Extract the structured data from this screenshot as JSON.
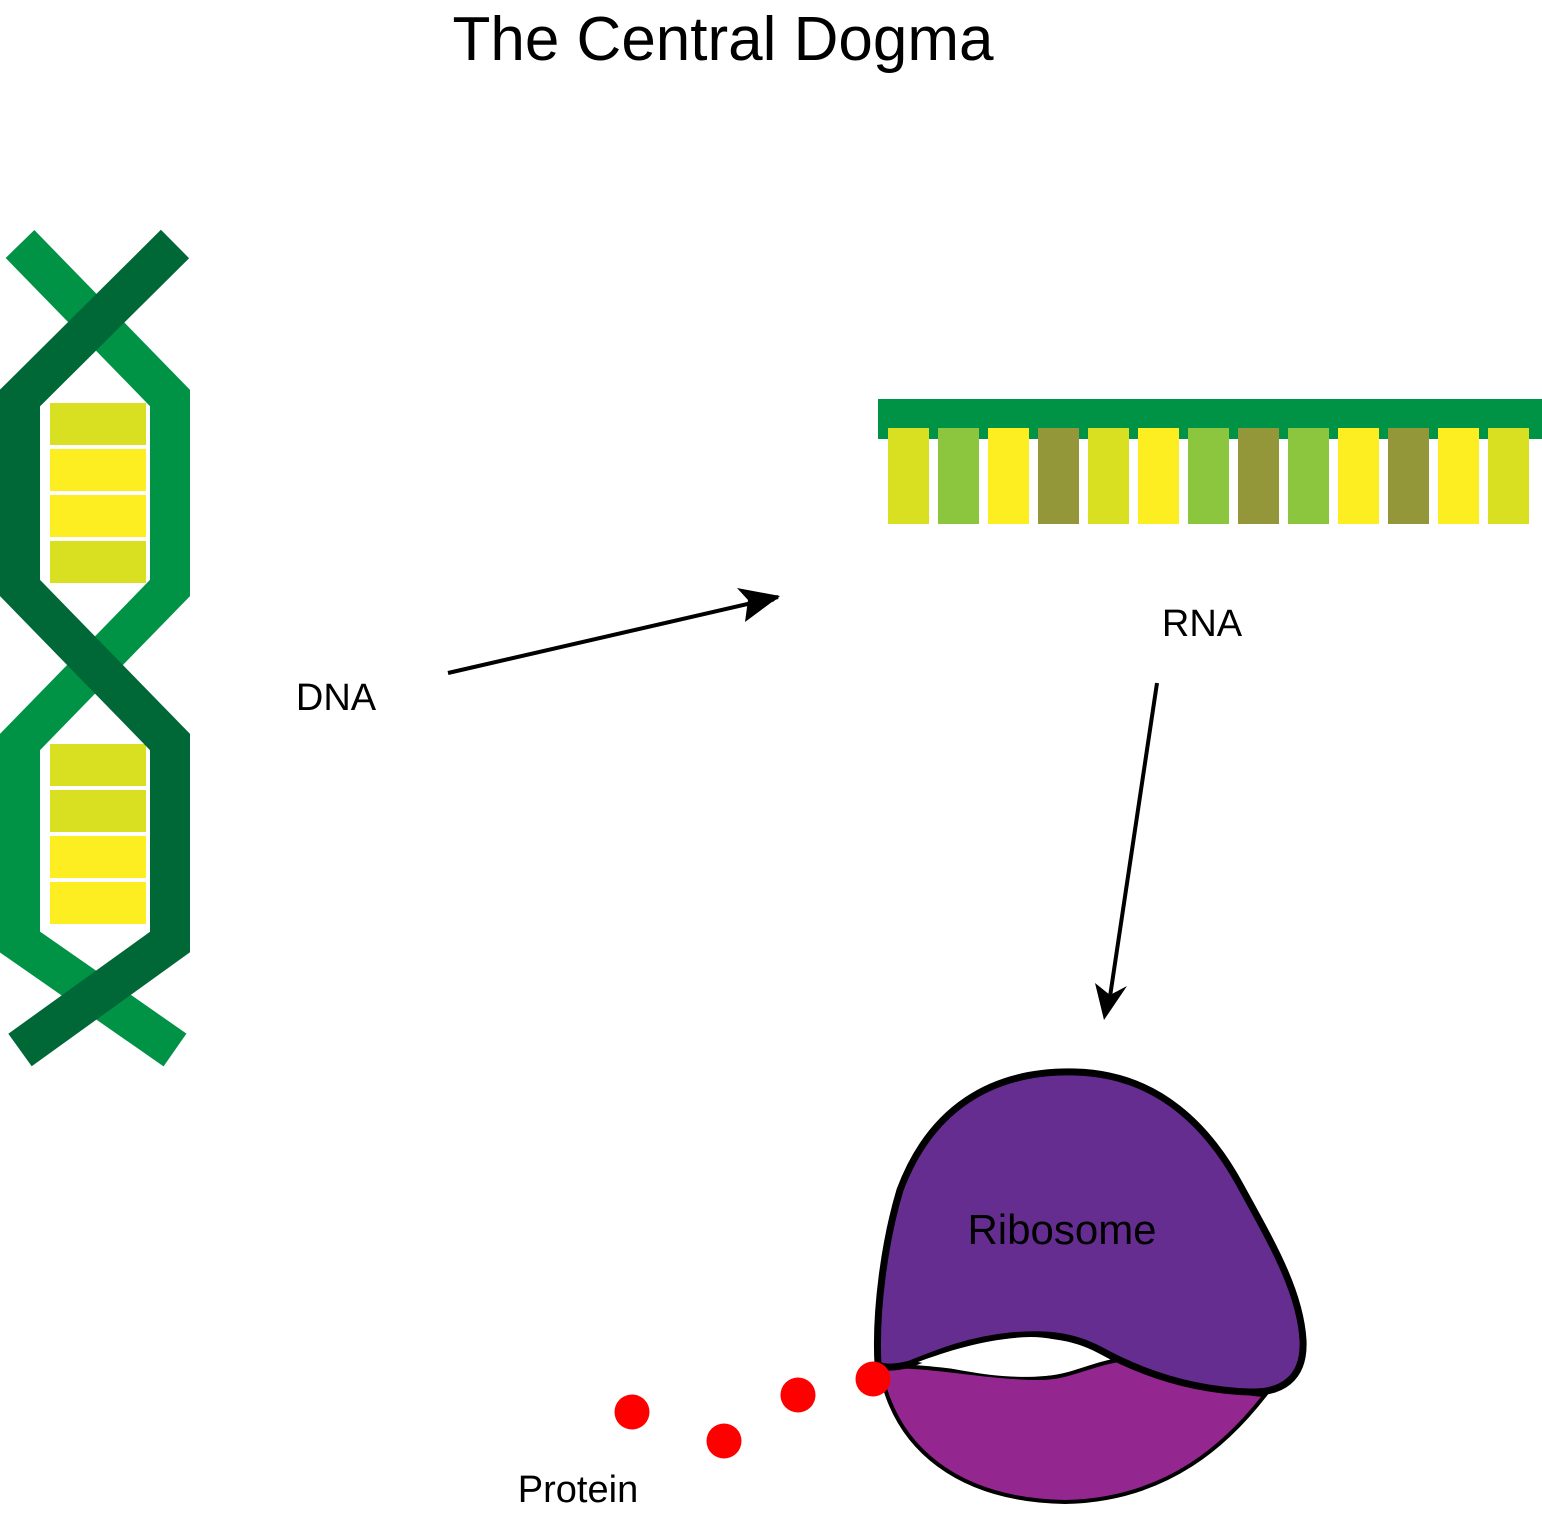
{
  "title": "The Central Dogma",
  "labels": {
    "dna": "DNA",
    "rna": "RNA",
    "ribosome": "Ribosome",
    "protein": "Protein"
  },
  "colors": {
    "dna_strand_light": "#009245",
    "dna_strand_dark": "#006837",
    "base_yellow_green": "#D9E021",
    "base_yellow": "#FCEE21",
    "base_light_green": "#8CC63F",
    "base_olive": "#939639",
    "rna_backbone": "#009245",
    "ribosome_large_subunit": "#662D91",
    "ribosome_small_subunit": "#93278F",
    "amino_acid": "#FF0000",
    "arrow": "#000000"
  },
  "dna": {
    "upper_pocket_bases": [
      "yellow_green",
      "yellow",
      "yellow",
      "yellow_green"
    ],
    "lower_pocket_bases": [
      "yellow_green",
      "yellow_green",
      "yellow",
      "yellow"
    ]
  },
  "rna": {
    "bases": [
      "yellow_green",
      "light_green",
      "yellow",
      "olive",
      "yellow_green",
      "yellow",
      "light_green",
      "olive",
      "light_green",
      "yellow",
      "olive",
      "yellow",
      "yellow_green"
    ]
  },
  "protein": {
    "amino_acid_count": 4
  },
  "arrows": [
    {
      "from": "DNA",
      "to": "RNA"
    },
    {
      "from": "RNA",
      "to": "Ribosome"
    }
  ]
}
